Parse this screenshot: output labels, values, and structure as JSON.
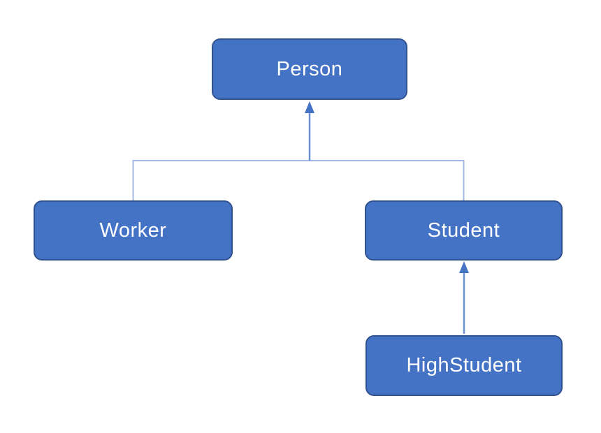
{
  "diagram": {
    "type": "class-inheritance-hierarchy",
    "nodes": [
      {
        "id": "person",
        "label": "Person"
      },
      {
        "id": "worker",
        "label": "Worker"
      },
      {
        "id": "student",
        "label": "Student"
      },
      {
        "id": "highstudent",
        "label": "HighStudent"
      }
    ],
    "edges": [
      {
        "from": "worker",
        "to": "person",
        "type": "extends",
        "arrowhead_at": "person"
      },
      {
        "from": "student",
        "to": "person",
        "type": "extends",
        "arrowhead_at": "person"
      },
      {
        "from": "highstudent",
        "to": "student",
        "type": "extends",
        "arrowhead_at": "student"
      }
    ],
    "colors": {
      "node_fill": "#4472C4",
      "node_border": "#2F528F",
      "node_text": "#FFFFFF",
      "elbow_connector": "#A3B9E2",
      "arrow_stem": "#6E90D2",
      "arrow_head": "#4472C4",
      "background": "#FFFFFF"
    }
  }
}
